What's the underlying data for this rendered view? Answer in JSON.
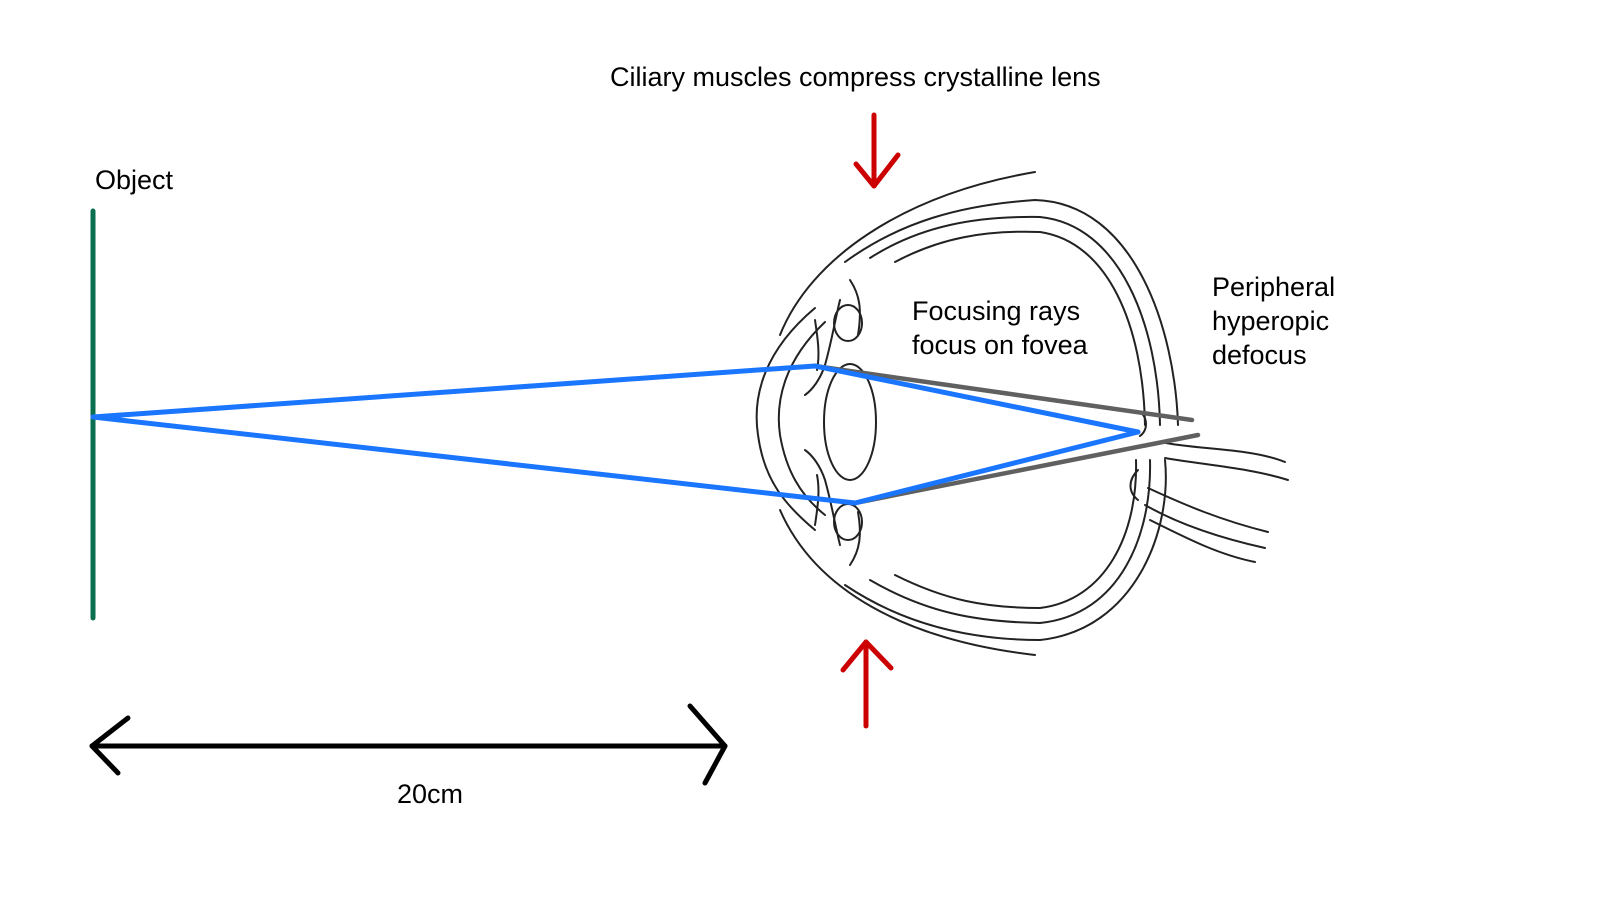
{
  "labels": {
    "title": "Ciliary muscles compress crystalline lens",
    "object": "Object",
    "focusing": [
      "Focusing rays",
      "focus on fovea"
    ],
    "peripheral": [
      "Peripheral",
      "hyperopic",
      "defocus"
    ],
    "distance": "20cm"
  },
  "colors": {
    "object_line": "#0a6e4f",
    "focusing_rays": "#1a75ff",
    "defocus_rays": "#606060",
    "ciliary_arrows": "#cc0000",
    "distance_arrow": "#000000",
    "eye_outline": "#222222"
  },
  "icons": {
    "top_arrow": "arrow-down-icon",
    "bottom_arrow": "arrow-up-icon",
    "distance_arrow": "double-headed-arrow-icon"
  }
}
